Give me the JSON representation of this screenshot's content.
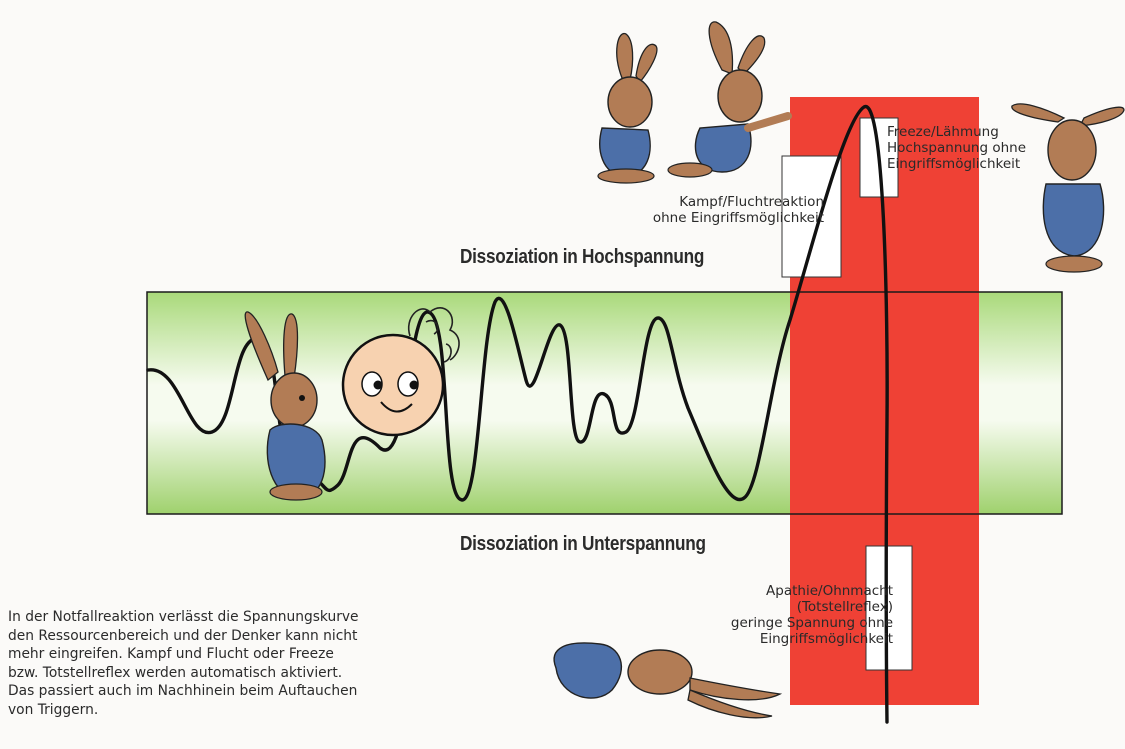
{
  "headings": {
    "high": "Dissoziation in Hochspannung",
    "low": "Dissoziation in Unterspannung"
  },
  "labels": {
    "fight_flight": [
      "Kampf/Fluchtreaktion",
      "ohne Eingriffsmöglichkeit"
    ],
    "freeze": [
      "Freeze/Lähmung",
      "Hochspannung ohne",
      "Eingriffsmöglichkeit"
    ],
    "apathy": [
      "Apathie/Ohnmacht",
      "(Totstellreflex)",
      "geringe Spannung ohne",
      "Eingriffsmöglichkeit"
    ]
  },
  "description": [
    "In der Notfallreaktion verlässt die Spannungskurve",
    "den Ressourcenbereich und der Denker kann nicht",
    "mehr eingreifen. Kampf und Flucht oder Freeze",
    "bzw. Totstellreflex werden automatisch aktiviert.",
    "Das passiert auch im Nachhinein beim Auftauchen",
    "von Triggern."
  ],
  "colors": {
    "tolerance_band": "#a8d679",
    "band_highlight": "#ffffff",
    "emergency_zone": "#ef4135",
    "curve": "#111111",
    "rabbit_fur": "#b27c55",
    "overalls": "#4c6fa8",
    "head": "#f7d2b0"
  },
  "icons": [
    "rabbit-angry",
    "rabbit-fleeing",
    "rabbit-frozen",
    "rabbit-standing",
    "rabbit-lying",
    "thinker-head"
  ]
}
